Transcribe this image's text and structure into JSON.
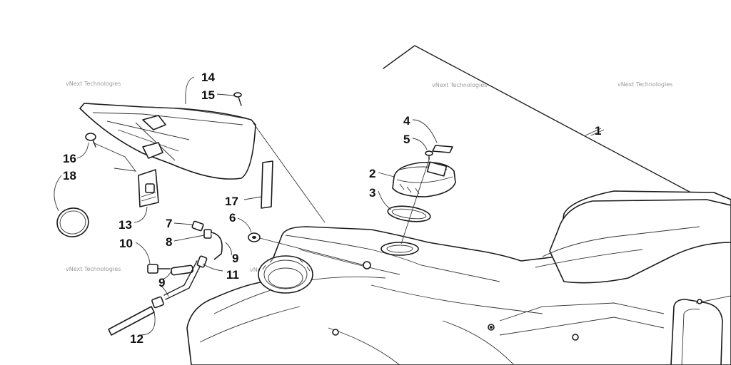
{
  "diagram": {
    "callouts": {
      "c1": "1",
      "c2": "2",
      "c3": "3",
      "c4": "4",
      "c5": "5",
      "c6": "6",
      "c7": "7",
      "c8": "8",
      "c9a": "9",
      "c9b": "9",
      "c10": "10",
      "c11": "11",
      "c12": "12",
      "c13": "13",
      "c14": "14",
      "c15": "15",
      "c16": "16",
      "c17": "17",
      "c18": "18"
    },
    "watermark": "vNext Technologies"
  }
}
